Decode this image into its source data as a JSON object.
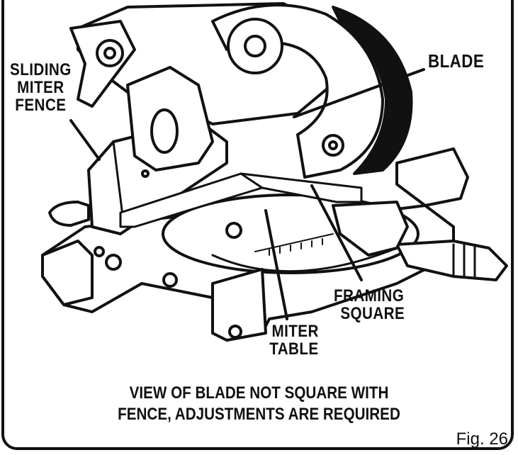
{
  "labels": {
    "sliding_miter_fence": [
      "SLIDING",
      "MITER",
      "FENCE"
    ],
    "blade": "BLADE",
    "framing_square": [
      "FRAMING",
      "SQUARE"
    ],
    "miter_table": [
      "MITER",
      "TABLE"
    ]
  },
  "caption": {
    "line1": "VIEW OF BLADE NOT SQUARE WITH",
    "line2": "FENCE, ADJUSTMENTS ARE REQUIRED"
  },
  "figure_number": "Fig. 26"
}
